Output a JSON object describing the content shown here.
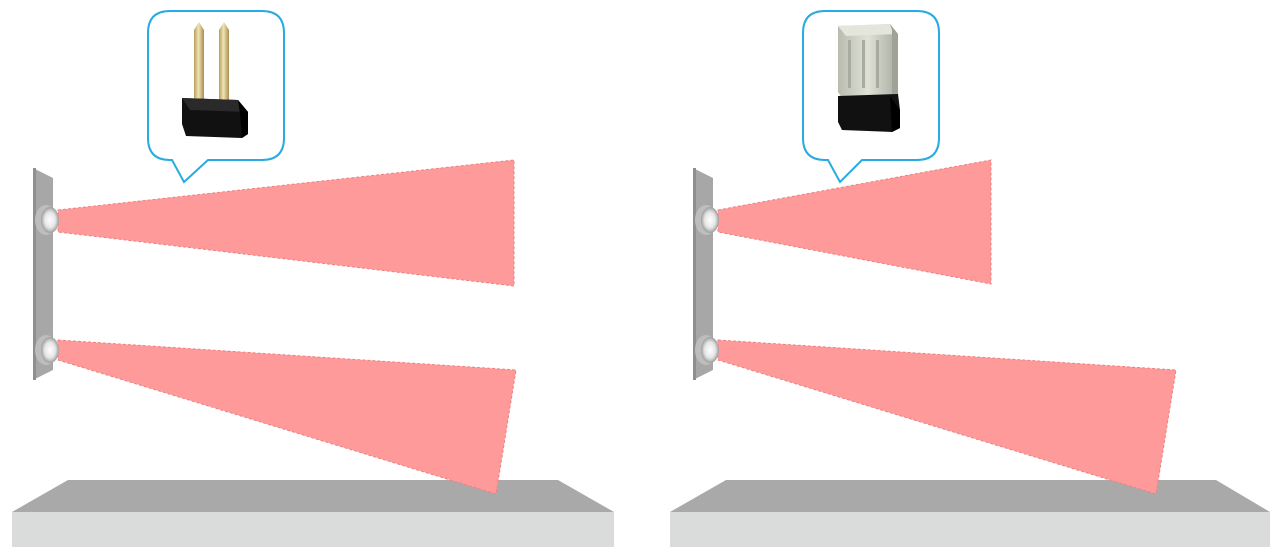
{
  "diagram": {
    "panels": [
      {
        "id": "jumper-open",
        "callout_item": "jumper-pins-icon",
        "sensors": [
          "upper-ir-sensor",
          "lower-ir-sensor"
        ],
        "beams": [
          "upper-beam-long",
          "lower-beam-to-floor"
        ]
      },
      {
        "id": "jumper-closed",
        "callout_item": "jumper-cap-icon",
        "sensors": [
          "upper-ir-sensor",
          "lower-ir-sensor"
        ],
        "beams": [
          "upper-beam-short",
          "lower-beam-to-floor"
        ]
      }
    ],
    "colors": {
      "beam": "#ff9a9a",
      "beam_edge": "#ee8080",
      "callout_border": "#29abe2",
      "wall": "#a7a7a7",
      "floor_top": "#a9a9a9",
      "floor_front": "#d9dcdb",
      "pin_gold": "#d8c78f",
      "pin_base": "#111111",
      "cap_body": "#c9ccc0"
    }
  }
}
